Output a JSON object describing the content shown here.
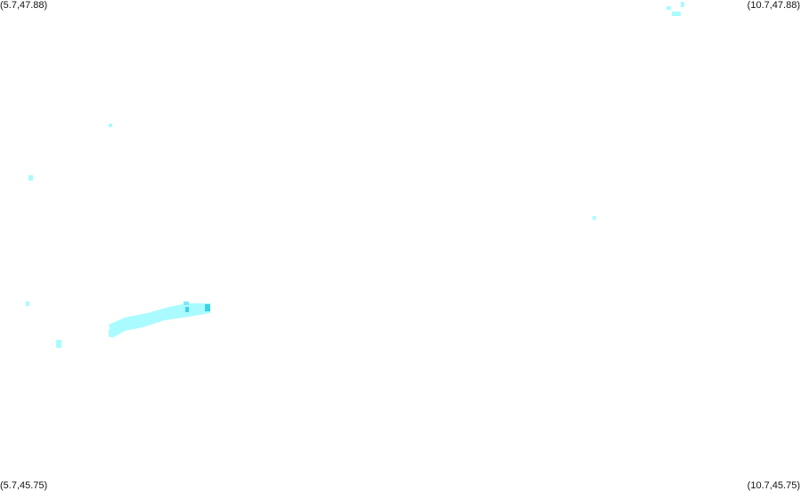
{
  "corners": {
    "top_left": "(5.7,47.88)",
    "top_right": "(10.7,47.88)",
    "bottom_left": "(5.7,45.75)",
    "bottom_right": "(10.7,45.75)"
  },
  "colors": {
    "background": "#ffffff",
    "light_cyan": "#a9fbff",
    "mid_cyan": "#7fe9f7",
    "deep_cyan": "#3fd0ea",
    "label": "#111111"
  }
}
